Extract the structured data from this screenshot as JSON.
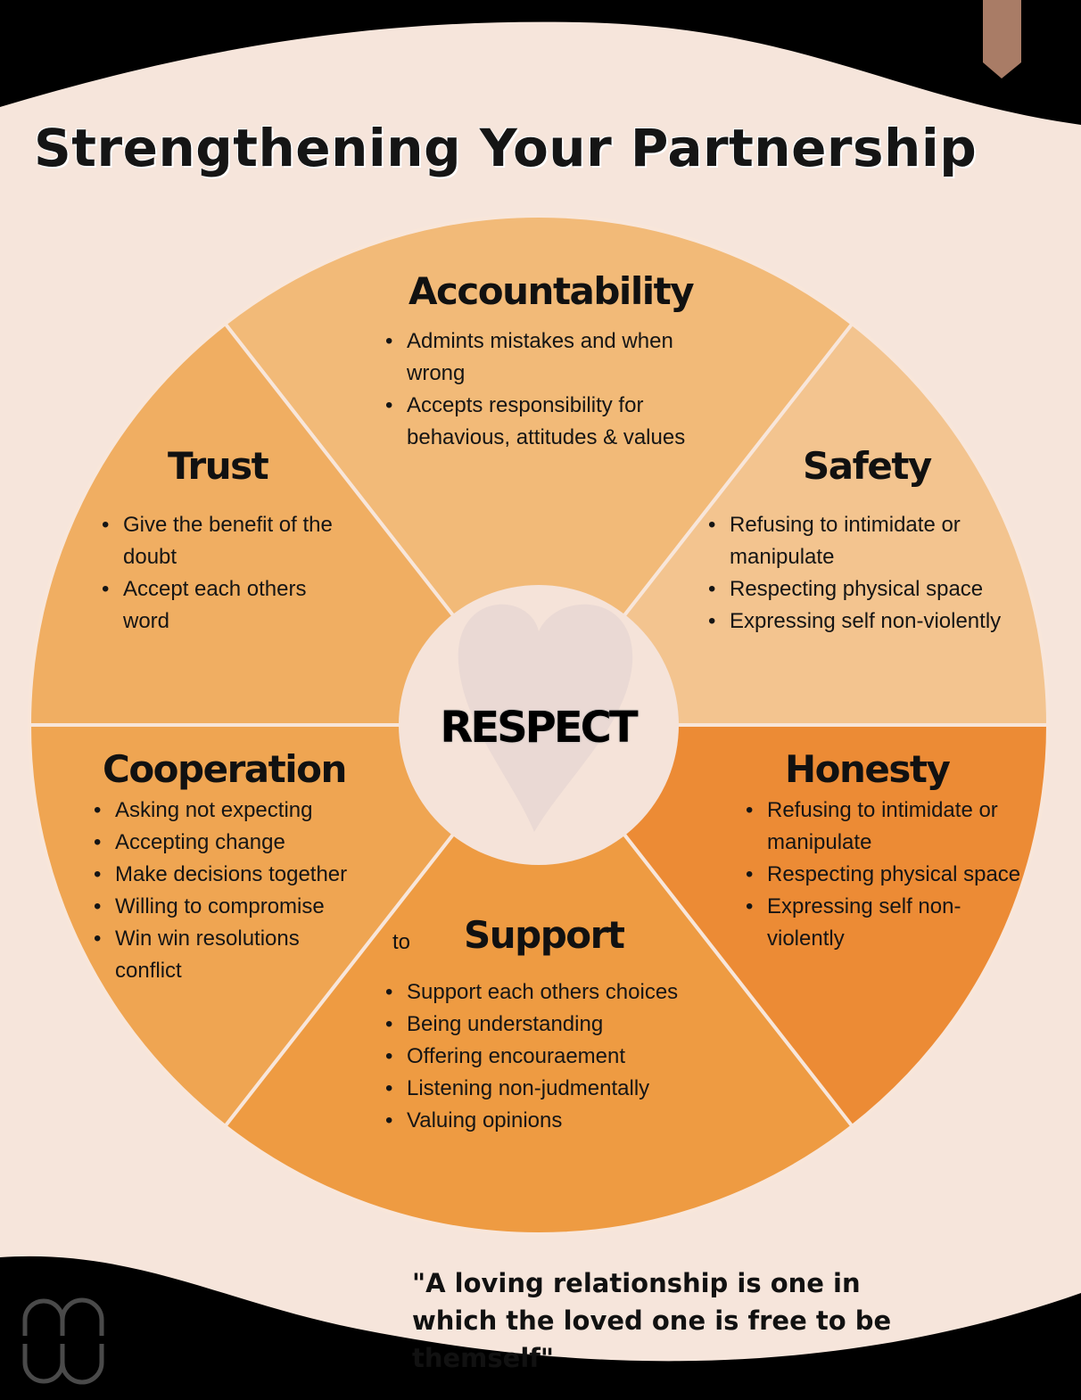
{
  "title": "Strengthening Your Partnership",
  "center": {
    "label": "RESPECT"
  },
  "sections": {
    "accountability": {
      "title": "Accountability",
      "items": [
        "Admints mistakes and when wrong",
        "Accepts responsibility for behavious, attitudes & values"
      ]
    },
    "trust": {
      "title": "Trust",
      "items": [
        "Give the benefit of the doubt",
        "Accept each others word"
      ]
    },
    "safety": {
      "title": "Safety",
      "items": [
        "Refusing to intimidate or manipulate",
        "Respecting physical space",
        "Expressing self non-violently"
      ]
    },
    "cooperation": {
      "title": "Cooperation",
      "items": [
        "Asking not expecting",
        "Accepting change",
        "Make decisions together",
        "Willing to compromise",
        "Win win resolutions conflict"
      ]
    },
    "honesty": {
      "title": "Honesty",
      "items": [
        "Refusing to intimidate or manipulate",
        "Respecting physical space",
        "Expressing self non-violently"
      ]
    },
    "support": {
      "title": "Support",
      "items": [
        "Support each others choices",
        "Being understanding",
        "Offering encouraement",
        "Listening non-judmentally",
        "Valuing opinions"
      ]
    }
  },
  "stray_text": "to",
  "quote": "\"A loving relationship is one in which the loved one is free to be themself\"",
  "colors": {
    "accountability": "#f2ba78",
    "trust": "#f0ae62",
    "safety": "#f3c48f",
    "cooperation": "#efa552",
    "support": "#ee9b42",
    "honesty": "#ec8b35",
    "hub": "#f5e3d9",
    "bookmark": "#a97c66"
  }
}
